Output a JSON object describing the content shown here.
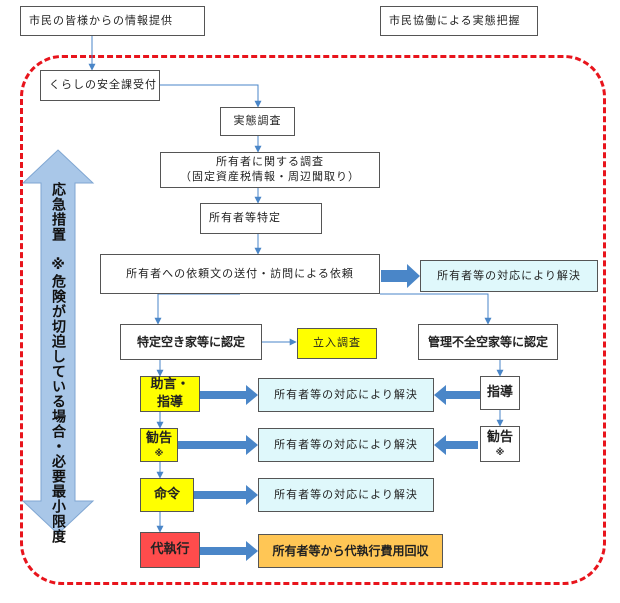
{
  "top": {
    "info": "市民の皆様からの情報提供",
    "survey_cooperation": "市民協働による実態把握"
  },
  "flow": {
    "reception": "くらしの安全課受付",
    "survey": "実態調査",
    "owner_survey_1": "所有者に関する調査",
    "owner_survey_2": "（固定資産税情報・周辺聞取り）",
    "owner_identify": "所有者等特定",
    "request": "所有者への依頼文の送付・訪問による依頼",
    "resolved": "所有者等の対応により解決"
  },
  "left_branch": {
    "designation": "特定空き家等に認定",
    "inspection": "立入調査",
    "advice_1": "助言・",
    "advice_2": "指導",
    "recommend": "勧告",
    "recommend_note": "※",
    "order": "命令",
    "execution": "代執行",
    "cost_recovery": "所有者等から代執行費用回収"
  },
  "right_branch": {
    "designation": "管理不全空家等に認定",
    "guidance": "指導",
    "recommend": "勧告",
    "recommend_note": "※"
  },
  "side_label": "応急措置　※危険が切迫している場合・必要最小限度",
  "colors": {
    "frame": "#e8141c",
    "arrow": "#4a86c8",
    "side_arrow": "#a9c7e8",
    "cyan": "#dff8fb",
    "yellow": "#ffff00",
    "orange": "#ffc655",
    "red": "#ff4c4c"
  }
}
